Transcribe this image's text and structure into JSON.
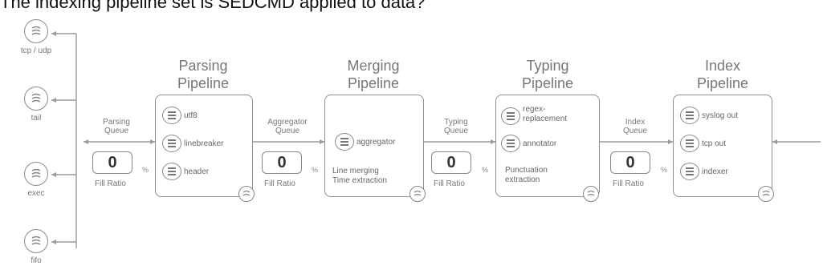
{
  "caption": "The indexing pipeline set is SEDCMD applied to data?",
  "inputs": [
    "tcp / udp",
    "tail",
    "exec",
    "fifo"
  ],
  "stages": [
    {
      "title1": "Parsing",
      "title2": "Pipeline",
      "processors": [
        "utf8",
        "linebreaker",
        "header"
      ],
      "note": ""
    },
    {
      "title1": "Merging",
      "title2": "Pipeline",
      "processors": [
        "aggregator"
      ],
      "note1": "Line merging",
      "note2": "Time extraction"
    },
    {
      "title1": "Typing",
      "title2": "Pipeline",
      "processors": [
        "regex-",
        "replacement",
        "annotator"
      ],
      "note1": "Punctuation",
      "note2": "extraction"
    },
    {
      "title1": "Index",
      "title2": "Pipeline",
      "processors": [
        "syslog out",
        "tcp out",
        "indexer"
      ]
    }
  ],
  "queues": [
    {
      "label1": "Parsing",
      "label2": "Queue",
      "value": "0",
      "pct": "%",
      "fill": "Fill Ratio"
    },
    {
      "label1": "Aggregator",
      "label2": "Queue",
      "value": "0",
      "pct": "%",
      "fill": "Fill Ratio"
    },
    {
      "label1": "Typing",
      "label2": "Queue",
      "value": "0",
      "pct": "%",
      "fill": "Fill Ratio"
    },
    {
      "label1": "Index",
      "label2": "Queue",
      "value": "0",
      "pct": "%",
      "fill": "Fill Ratio"
    }
  ],
  "icons": {
    "input": "splunk-swirl-icon",
    "processor": "processor-list-icon"
  }
}
